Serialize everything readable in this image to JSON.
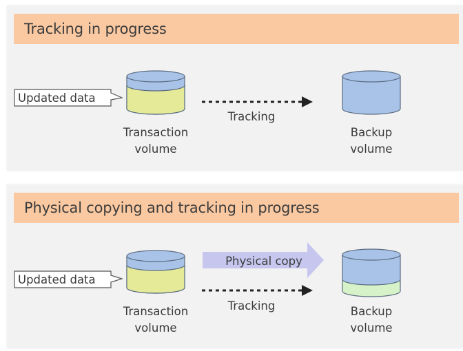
{
  "panels": [
    {
      "title": "Tracking in progress",
      "callout": "Updated data",
      "source_volume": [
        "Transaction",
        "volume"
      ],
      "target_volume": [
        "Backup",
        "volume"
      ],
      "tracking_label": "Tracking"
    },
    {
      "title": "Physical copying and tracking in progress",
      "callout": "Updated data",
      "source_volume": [
        "Transaction",
        "volume"
      ],
      "target_volume": [
        "Backup",
        "volume"
      ],
      "copy_label": "Physical copy",
      "tracking_label": "Tracking"
    }
  ],
  "colors": {
    "panel_bg": "#f2f2f2",
    "header_bg": "#fbc9a1",
    "cylinder_blue": "#a9c3e8",
    "cylinder_yellow": "#e4ea98",
    "cylinder_green": "#d5f2c8",
    "copy_arrow": "#c6c6ee",
    "outline": "#5a6b80"
  },
  "icons": {
    "volume": "cylinder-icon",
    "tracking": "dashed-arrow-icon",
    "copy": "block-arrow-icon"
  }
}
